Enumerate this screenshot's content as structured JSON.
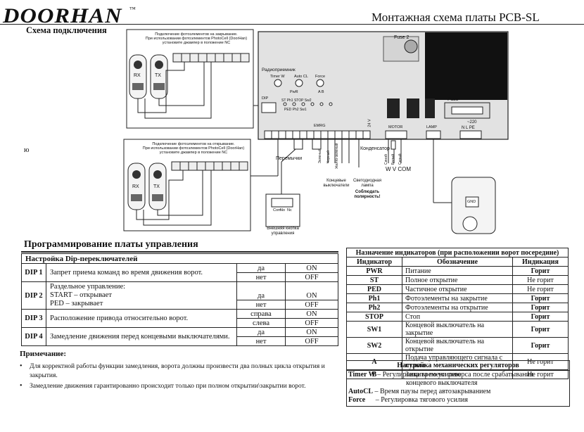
{
  "header": {
    "logo": "DOORHAN",
    "trademark": "™",
    "title": "Монтажная схема платы PCB-SL"
  },
  "wiring": {
    "section_title": "Схема подключения",
    "stray_char": "ю",
    "closing_note": [
      "Подключение фотоэлементов на закрывание.",
      "При использовании фотоэлементов PhotoCell (DoorHan)",
      "установите джампер в положение NC"
    ],
    "opening_note": [
      "Подключение фотоэлементов на открывание.",
      "При использовании фотоэлементов PhotoCell (DoorHan)",
      "установите джампер в положение NC"
    ],
    "sensor_labels": [
      "RX",
      "TX"
    ],
    "board_labels": {
      "fuse2": "Fuse 2",
      "fuse": "Fuse",
      "radio": "Радиоприемник",
      "timer": "Timer W",
      "autocl": "Auto CL",
      "force": "Force",
      "dip": "DIP",
      "pwr": "PwR",
      "ab": "A  B",
      "leds": "ST  Ph1  STOP  Sw2",
      "leds2": "PED  Ph2  Sw1",
      "emrg": "EMRG",
      "ac220": "~220",
      "nlpe": "N  L  PE",
      "motor": "MOTOR",
      "lamp": "LAMP",
      "v24": "24 V",
      "wvcom": "W  V COM"
    },
    "callouts": {
      "jumpers": "Перемычки",
      "capacitor": "Конденсатор",
      "limit_switches": "Концевые выключатели",
      "signal_lamp": "Светодиодная лампа",
      "polarity": "Соблюдать полярность!",
      "ext_button": "Внешняя кнопка управления",
      "wires": [
        "Зеленый",
        "Черный",
        "Желто-зеленый",
        "Синий",
        "Белый",
        "Серый"
      ],
      "button_terms": [
        "Com",
        "No",
        "Nc"
      ],
      "gnd": "GND"
    }
  },
  "programming": {
    "section_title": "Программирование платы управления",
    "table_title": "Настройка Dip-переключателей",
    "rows": [
      {
        "id": "DIP 1",
        "desc": [
          "Запрет приема команд во время движения ворот."
        ],
        "states": [
          [
            "да",
            "ON"
          ],
          [
            "нет",
            "OFF"
          ]
        ]
      },
      {
        "id": "DIP 2",
        "desc": [
          "Раздельное управление:",
          "START – открывает",
          "PED – закрывает"
        ],
        "states": [
          [
            "да",
            "ON"
          ],
          [
            "нет",
            "OFF"
          ]
        ]
      },
      {
        "id": "DIP 3",
        "desc": [
          "Расположение привода относительно ворот."
        ],
        "states": [
          [
            "справа",
            "ON"
          ],
          [
            "слева",
            "OFF"
          ]
        ]
      },
      {
        "id": "DIP 4",
        "desc": [
          "Замедление движения перед концевыми выключателями."
        ],
        "states": [
          [
            "да",
            "ON"
          ],
          [
            "нет",
            "OFF"
          ]
        ]
      }
    ],
    "note_title": "Примечание:",
    "notes": [
      "Для корректной работы функции замедления, ворота должны произвести два полных цикла открытия и закрытия.",
      "Замедление движения гарантированно происходит только при полном открытии\\закрытии ворот."
    ],
    "bullet": "•"
  },
  "indicators": {
    "title": "Назначение индикаторов (при расположении ворот посередине)",
    "headers": [
      "Индикатор",
      "Обозначение",
      "Индикация"
    ],
    "rows": [
      [
        "PWR",
        "Питание",
        "Горит"
      ],
      [
        "ST",
        "Полное открытие",
        "Не горит"
      ],
      [
        "PED",
        "Частичное открытие",
        "Не горит"
      ],
      [
        "Ph1",
        "Фотоэлементы на закрытие",
        "Горит"
      ],
      [
        "Ph2",
        "Фотоэлементы на открытие",
        "Горит"
      ],
      [
        "STOP",
        "Стоп",
        "Горит"
      ],
      [
        "SW1",
        "Концевой выключатель на закрытие",
        "Горит"
      ],
      [
        "SW2",
        "Концевой выключатель на открытие",
        "Горит"
      ],
      [
        "A",
        "Подача управляющего сигнала с пульта",
        "Не горит"
      ],
      [
        "B",
        "Защита по усилию",
        "Не горит"
      ]
    ]
  },
  "mechanical": {
    "title": "Настройка механических регуляторов",
    "rows": [
      {
        "key": "Timer W",
        "text": "– Регулировка времени реверса после срабатывания",
        "text2": "концевого выключателя"
      },
      {
        "key": "AutoCL",
        "text": "– Время паузы перед автозакрыванием",
        "text2": ""
      },
      {
        "key": "Force",
        "text": "– Регулировка тягового усилия",
        "text2": ""
      }
    ]
  }
}
